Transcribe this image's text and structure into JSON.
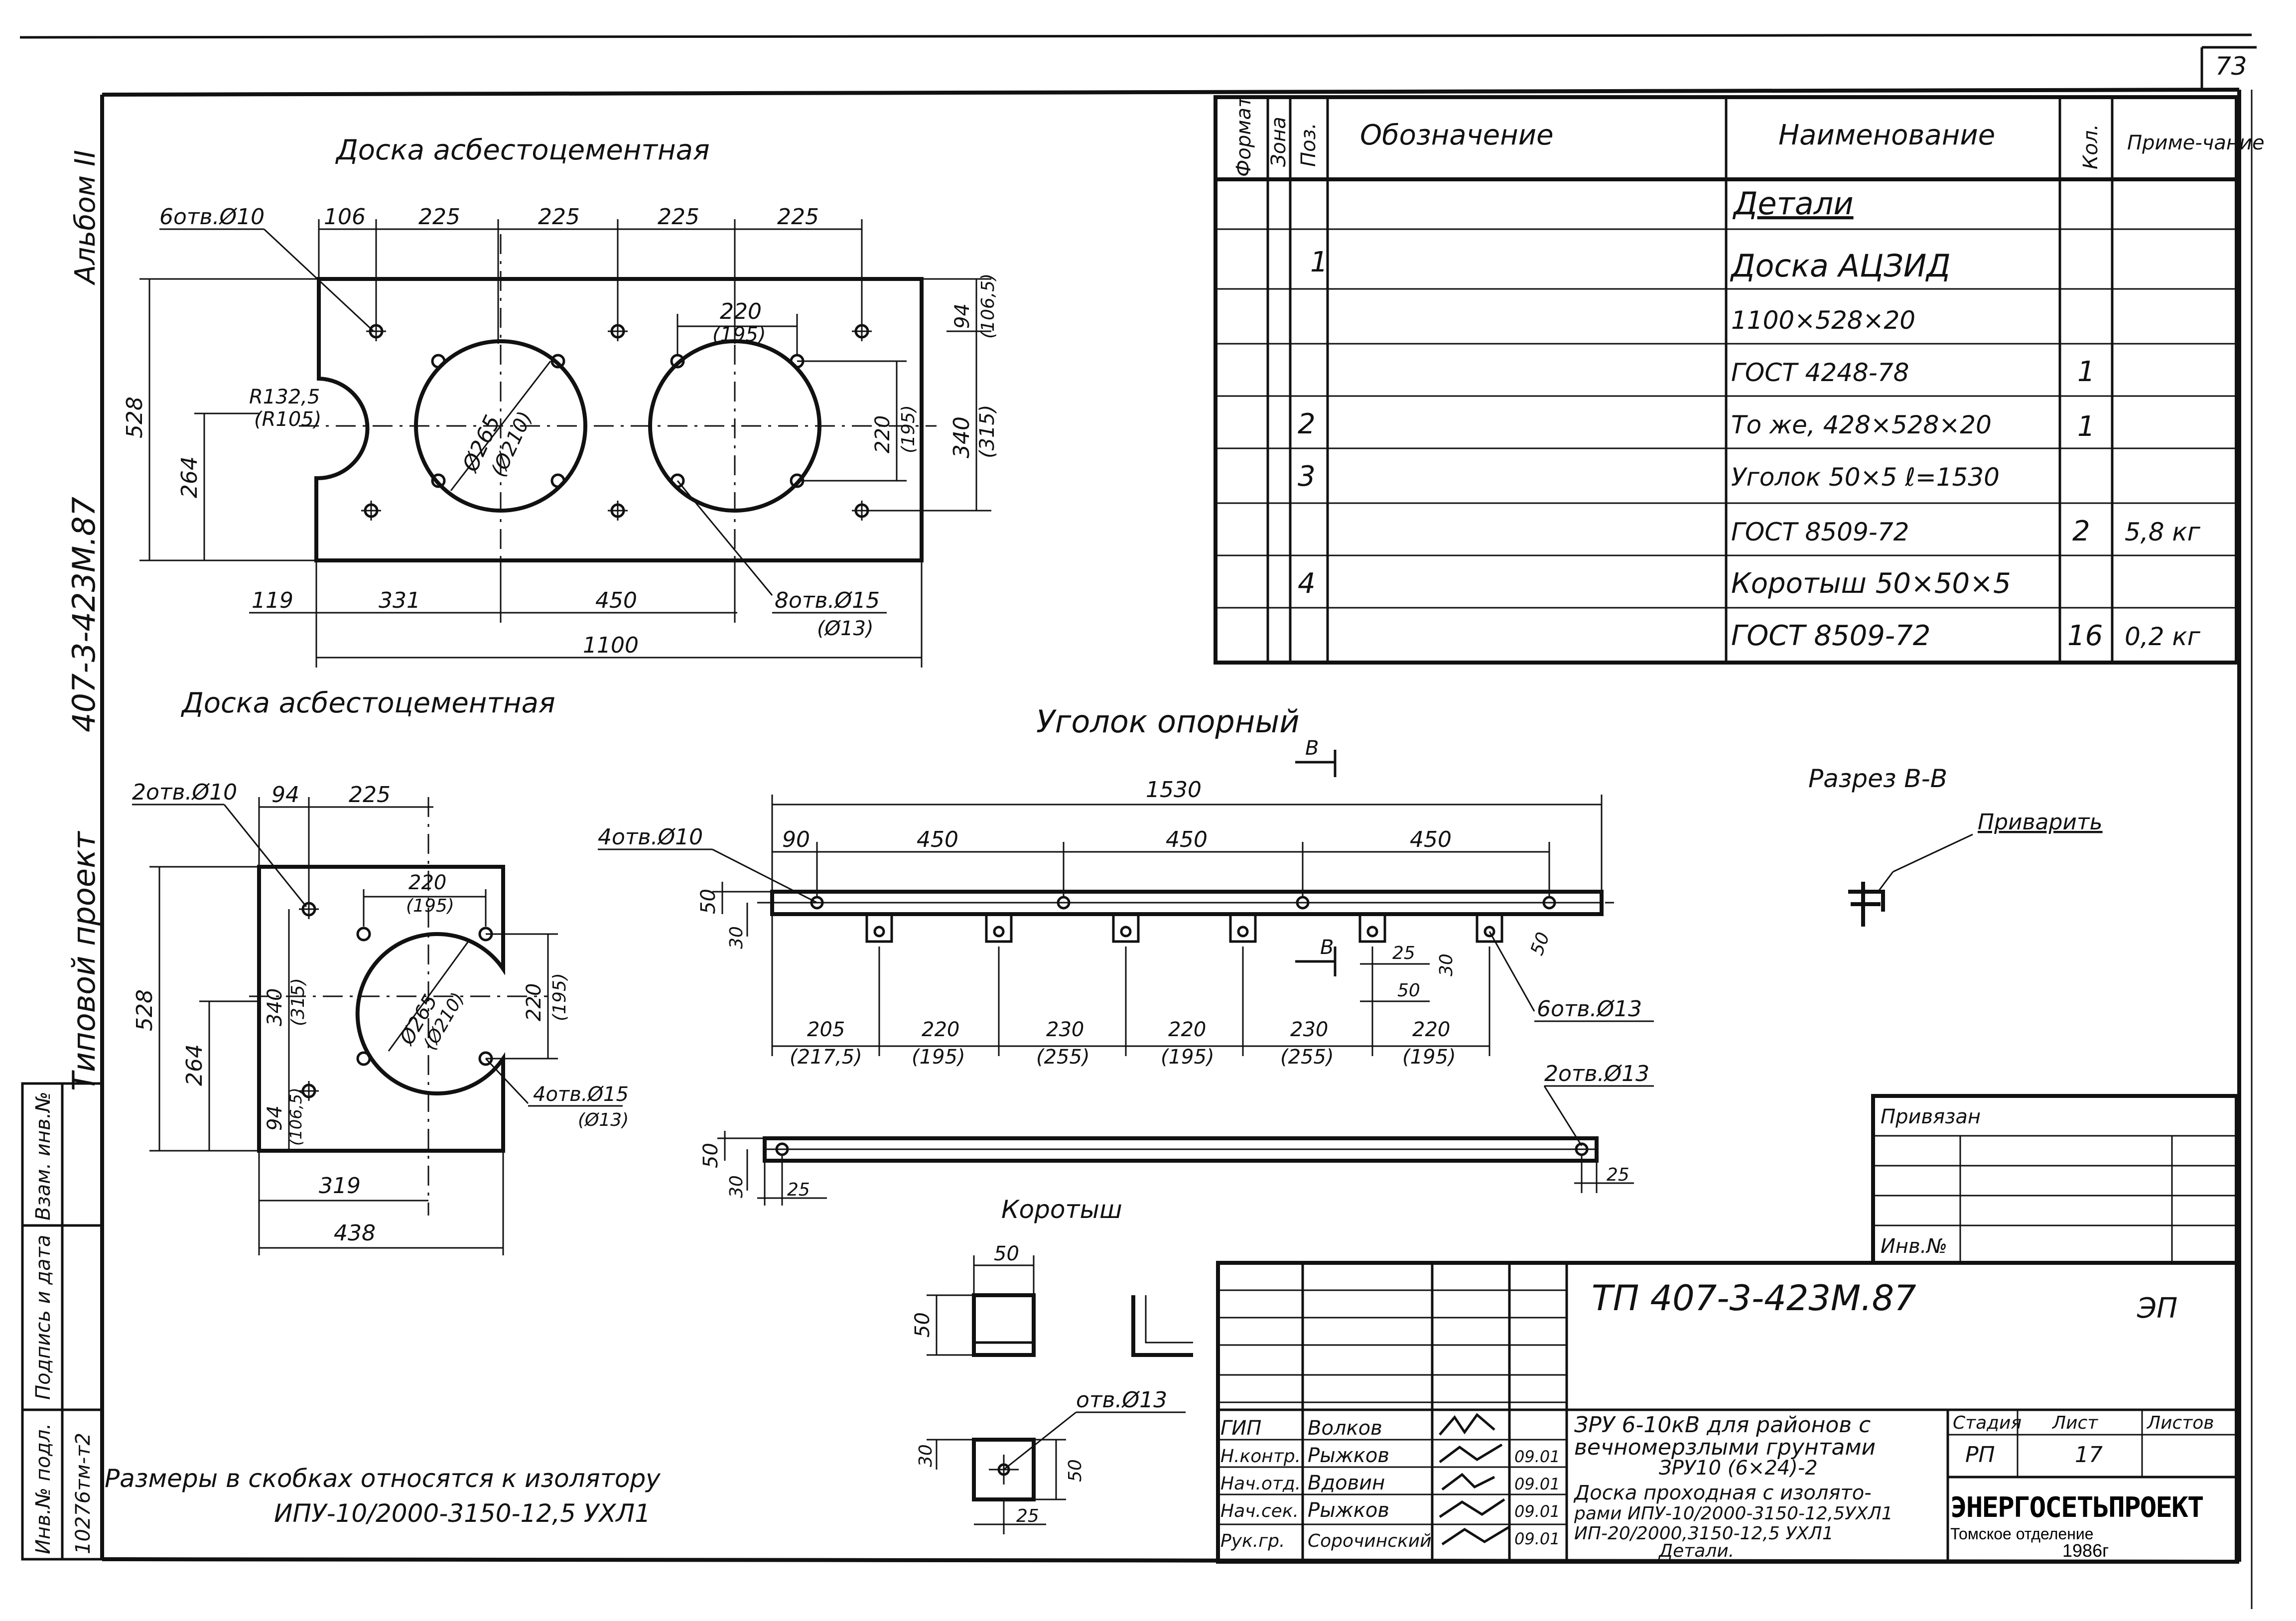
{
  "page_number": "73",
  "left_margin": {
    "album": "Альбом II",
    "project_code": "407-3-423М.87",
    "typical_project": "Типовой проект",
    "inv_podl": "Инв.№ подл.",
    "inv_number": "10276тм-т2",
    "sign_date": "Подпись и дата",
    "vzam": "Взам. инв.№"
  },
  "spec_table": {
    "headers": {
      "format": "Формат",
      "zone": "Зона",
      "pos": "Поз.",
      "designation": "Обозначение",
      "name": "Наименование",
      "qty": "Кол.",
      "note": "Приме-чание"
    },
    "section_title": "Детали",
    "rows": [
      {
        "pos": "1",
        "name": "Доска АЦЗИД",
        "qty": "",
        "note": ""
      },
      {
        "pos": "",
        "name": "1100×528×20",
        "qty": "",
        "note": ""
      },
      {
        "pos": "",
        "name": "ГОСТ 4248-78",
        "qty": "1",
        "note": ""
      },
      {
        "pos": "2",
        "name": "То же, 428×528×20",
        "qty": "1",
        "note": ""
      },
      {
        "pos": "3",
        "name": "Уголок 50×5 ℓ=1530",
        "qty": "",
        "note": ""
      },
      {
        "pos": "",
        "name": "ГОСТ 8509-72",
        "qty": "2",
        "note": "5,8 кг"
      },
      {
        "pos": "4",
        "name": "Коротыш 50×50×5",
        "qty": "",
        "note": ""
      },
      {
        "pos": "",
        "name": "ГОСТ 8509-72",
        "qty": "16",
        "note": "0,2 кг"
      }
    ]
  },
  "drawing1": {
    "title": "Доска асбестоцементная",
    "holes_small": "6отв.Ø10",
    "top_dims": [
      "106",
      "225",
      "225",
      "225",
      "225"
    ],
    "height": "528",
    "half_height": "264",
    "radius": "R132,5",
    "radius_alt": "(R105)",
    "circle_dia": "Ø265",
    "circle_dia_alt": "(Ø210)",
    "bolt_spacing": "220",
    "bolt_spacing_alt": "(195)",
    "right_dims": [
      "94",
      "(106,5)",
      "340",
      "(315)",
      "220",
      "(195)"
    ],
    "bottom_dims": [
      "119",
      "331",
      "450"
    ],
    "total_width": "1100",
    "holes_large": "8отв.Ø15",
    "holes_large_alt": "(Ø13)"
  },
  "drawing2": {
    "title": "Доска асбестоцементная",
    "holes_small": "2отв.Ø10",
    "top_dims": [
      "94",
      "225"
    ],
    "height": "528",
    "half_height": "264",
    "bolt_spacing": "220",
    "bolt_spacing_alt": "(195)",
    "left_dims": [
      "340",
      "(315)",
      "94",
      "(106,5)"
    ],
    "right_dims": [
      "220",
      "(195)"
    ],
    "circle_dia": "Ø265",
    "circle_dia_alt": "(Ø210)",
    "holes_large": "4отв.Ø15",
    "holes_large_alt": "(Ø13)",
    "bottom_dims": [
      "319",
      "438"
    ]
  },
  "drawing3": {
    "title": "Уголок опорный",
    "section_mark": "В",
    "holes_small": "4отв.Ø10",
    "total": "1530",
    "top_dims": [
      "90",
      "450",
      "450",
      "450"
    ],
    "height": "50",
    "depth": "30",
    "bottom_dims": [
      "205",
      "220",
      "230",
      "220",
      "230",
      "220"
    ],
    "bottom_dims_alt": [
      "(217,5)",
      "(195)",
      "(255)",
      "(195)",
      "(255)",
      "(195)"
    ],
    "detail_dims": [
      "25",
      "50",
      "30",
      "50"
    ],
    "holes_large": "6отв.Ø13"
  },
  "section": {
    "title": "Разрез В-В",
    "weld": "Приварить"
  },
  "drawing4": {
    "title": "Коротыш",
    "holes": "2отв.Ø13",
    "height": "50",
    "depth": "30",
    "dims": [
      "25",
      "25"
    ]
  },
  "drawing5": {
    "dims_top": [
      "50",
      "50"
    ],
    "hole": "отв.Ø13",
    "dims_bottom": [
      "30",
      "50",
      "25"
    ]
  },
  "footnote_line1": "Размеры в скобках относятся к изолятору",
  "footnote_line2": "ИПУ-10/2000-3150-12,5 УХЛ1",
  "privyazan": {
    "label": "Привязан",
    "inv_label": "Инв.№"
  },
  "title_block": {
    "code": "ТП 407-3-423М.87",
    "type": "ЭП",
    "description_line1": "ЗРУ 6-10кВ для районов с",
    "description_line2": "вечномерзлыми грунтами",
    "description_line3": "ЗРУ10 (6×24)-2",
    "sheet_title_line1": "Доска проходная с изолято-",
    "sheet_title_line2": "рами ИПУ-10/2000-3150-12,5УХЛ1",
    "sheet_title_line3": "ИП-20/2000,3150-12,5 УХЛ1",
    "sheet_title_line4": "Детали.",
    "stage_label": "Стадия",
    "sheet_label": "Лист",
    "sheets_label": "Листов",
    "stage": "РП",
    "sheet": "17",
    "sheets": "",
    "org_name": "ЭНЕРГОСЕТЬПРОЕКТ",
    "org_branch": "Томское отделение",
    "org_year": "1986г",
    "staff": [
      {
        "role": "ГИП",
        "name": "Волков",
        "date": ""
      },
      {
        "role": "Н.контр.",
        "name": "Рыжков",
        "date": "09.01"
      },
      {
        "role": "Нач.отд.",
        "name": "Вдовин",
        "date": "09.01"
      },
      {
        "role": "Нач.сек.",
        "name": "Рыжков",
        "date": "09.01"
      },
      {
        "role": "Рук.гр.",
        "name": "Сорочинский",
        "date": "09.01"
      }
    ]
  }
}
